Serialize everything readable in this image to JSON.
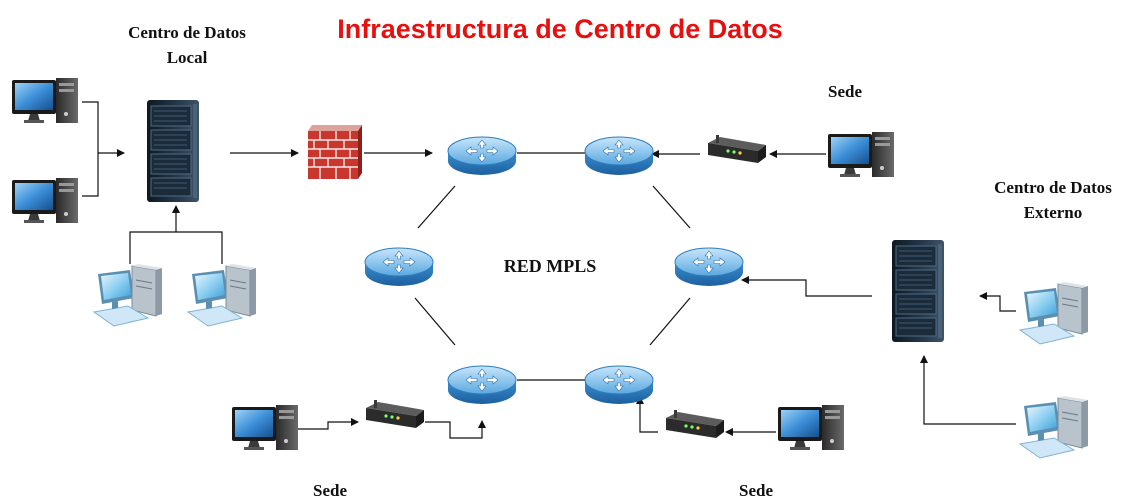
{
  "title": "Infraestructura de Centro de Datos",
  "labels": {
    "local_dc_line1": "Centro de Datos",
    "local_dc_line2": "Local",
    "external_dc_line1": "Centro de Datos",
    "external_dc_line2": "Externo",
    "network": "RED MPLS",
    "site_top_right": "Sede",
    "site_bottom_left": "Sede",
    "site_bottom_right": "Sede"
  },
  "colors": {
    "title": "#e8100f",
    "router_blue": "#3a8fd0",
    "server_dark": "#1c2b3a",
    "firewall_red": "#c8362e"
  },
  "icons": [
    "monitor-pc-icon",
    "server-rack-icon",
    "firewall-icon",
    "router-icon",
    "modem-icon",
    "workstation-icon"
  ]
}
